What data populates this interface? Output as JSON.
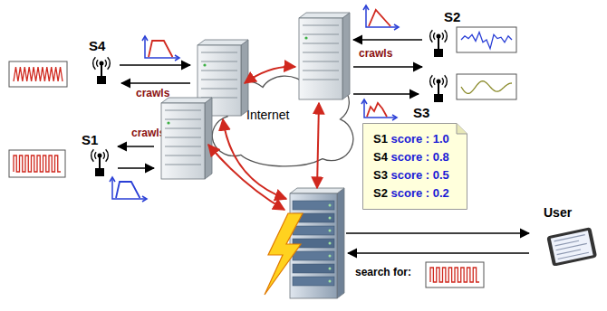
{
  "diagram": {
    "nodes": [
      {
        "text": [
          "Internet"
        ]
      },
      {
        "text": [
          "S1 score : 1.0",
          "S4 score : 0.8",
          "S3 score : 0.5",
          "S2 score : 0.2"
        ]
      },
      {
        "text": [
          "User"
        ]
      }
    ],
    "labels": [
      "S2",
      "S4",
      "crawls",
      "crawls",
      "S3",
      "S1",
      "crawls",
      "search for:"
    ]
  }
}
